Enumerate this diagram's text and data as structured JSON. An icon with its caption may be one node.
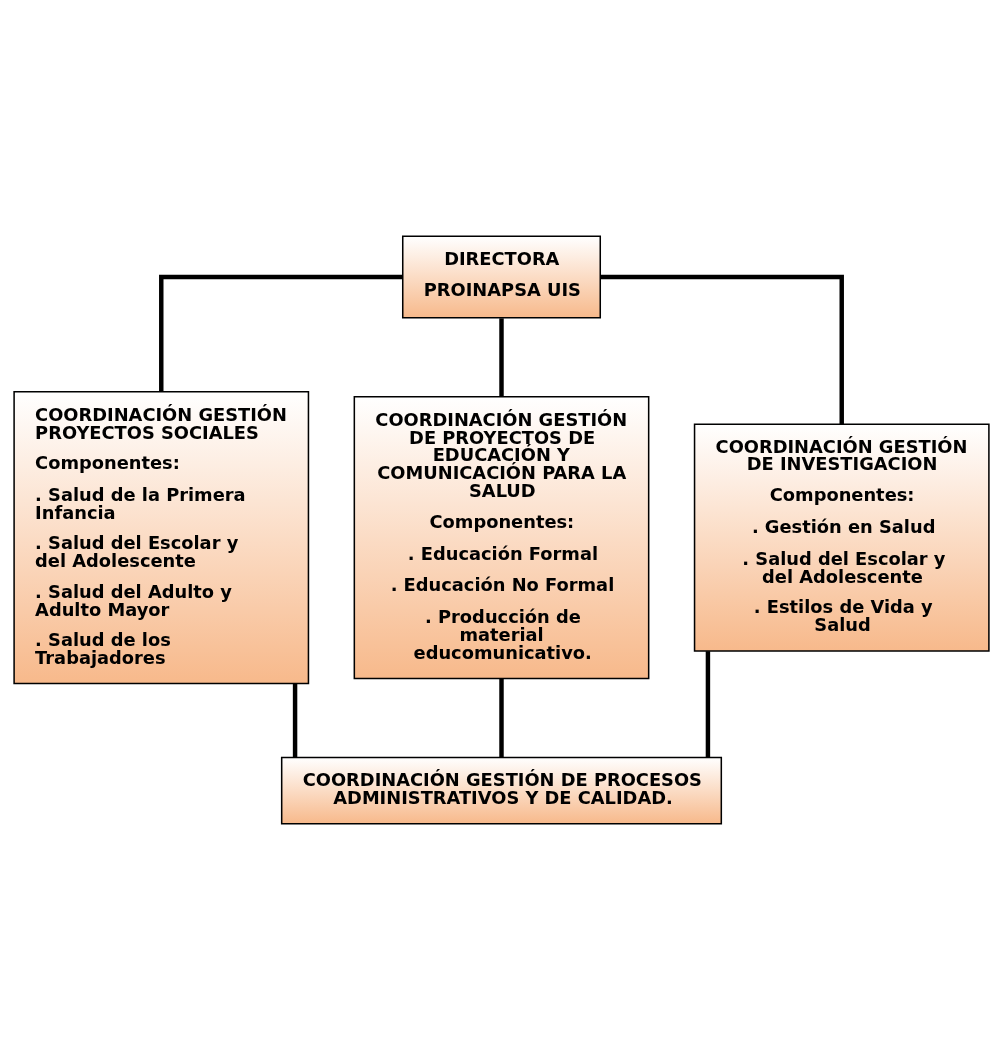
{
  "diagram": {
    "nodes": [
      {
        "text": [
          "DIRECTORA",
          "PROINAPSA UIS"
        ]
      },
      {
        "text": [
          "COORDINACIÓN GESTIÓN PROYECTOS SOCIALES",
          "Componentes:",
          ". Salud de la Primera Infancia",
          ". Salud del Escolar y del Adolescente",
          ". Salud del Adulto y Adulto Mayor",
          ". Salud de los Trabajadores"
        ]
      },
      {
        "text": [
          "COORDINACIÓN GESTIÓN DE PROYECTOS DE EDUCACIÓN Y COMUNICACIÓN PARA LA SALUD",
          "Componentes:",
          ". Educación Formal",
          ". Educación No Formal",
          ". Producción de material educomunicativo."
        ]
      },
      {
        "text": [
          "COORDINACIÓN GESTIÓN DE INVESTIGACION",
          "Componentes:",
          ". Gestión en Salud",
          ". Salud del Escolar y del Adolescente",
          ". Estilos de Vida y Salud"
        ]
      },
      {
        "text": [
          "COORDINACIÓN GESTIÓN DE PROCESOS ADMINISTRATIVOS Y DE CALIDAD."
        ]
      }
    ],
    "edges": [
      {
        "from": 0,
        "to": 1,
        "arrow": "none"
      },
      {
        "from": 0,
        "to": 2,
        "arrow": "none"
      },
      {
        "from": 0,
        "to": 3,
        "arrow": "none"
      },
      {
        "from": 1,
        "to": 4,
        "arrow": "none"
      },
      {
        "from": 2,
        "to": 4,
        "arrow": "none"
      },
      {
        "from": 3,
        "to": 4,
        "arrow": "none"
      }
    ]
  }
}
